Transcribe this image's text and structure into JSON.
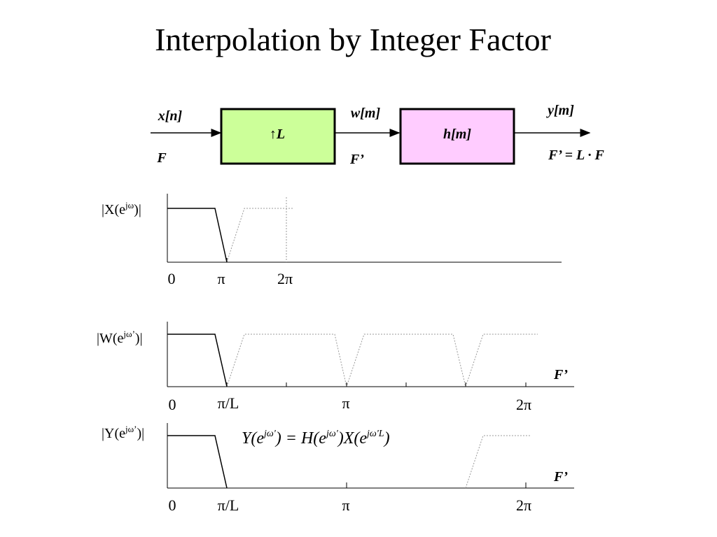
{
  "title": "Interpolation by Integer Factor",
  "block_diagram": {
    "input_signal": "x[n]",
    "input_rate": "F",
    "block1_label": "↑L",
    "block1_color": "#ccff99",
    "mid_signal": "w[m]",
    "mid_rate": "F’",
    "block2_label": "h[m]",
    "block2_color": "#ffccff",
    "output_signal": "y[m]",
    "output_rate": "F’ = L · F"
  },
  "plots": [
    {
      "id": "X",
      "ylabel_base": "|X(e",
      "ylabel_sup": "jω",
      "ylabel_end": ")|",
      "rate_label": "",
      "ticks": [
        "0",
        "π",
        "2π"
      ]
    },
    {
      "id": "W",
      "ylabel_base": "|W(e",
      "ylabel_sup": "jω’",
      "ylabel_end": ")|",
      "rate_label": "F’",
      "ticks": [
        "0",
        "π/L",
        "π",
        "2π"
      ]
    },
    {
      "id": "Y",
      "ylabel_base": "|Y(e",
      "ylabel_sup": "jω’",
      "ylabel_end": ")|",
      "rate_label": "F’",
      "ticks": [
        "0",
        "π/L",
        "π",
        "2π"
      ]
    }
  ],
  "equation": {
    "p1": "Y(e",
    "s1": "jω'",
    "p2": ") = H(e",
    "s2": "jω'",
    "p3": ")X(e",
    "s3": "jω'L",
    "p4": ")"
  }
}
